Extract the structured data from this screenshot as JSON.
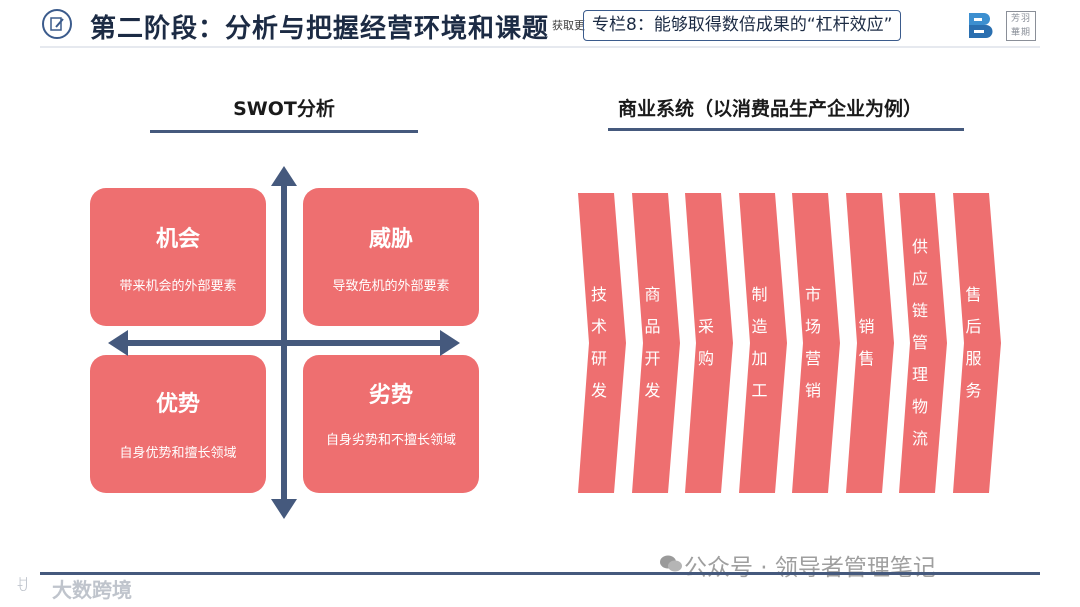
{
  "header": {
    "title": "第二阶段：分析与把握经营环境和课题",
    "title_overflow": "获取更",
    "column_badge": "专栏8：能够取得数倍成果的“杠杆效应”",
    "stamp_text": "芳羽華期"
  },
  "swot": {
    "title": "SWOT分析",
    "quadrants": [
      {
        "name": "机会",
        "desc": "带来机会的外部要素"
      },
      {
        "name": "威胁",
        "desc": "导致危机的外部要素"
      },
      {
        "name": "优势",
        "desc": "自身优势和擅长领域"
      },
      {
        "name": "劣势",
        "desc": "自身劣势和不擅长领域"
      }
    ]
  },
  "chain": {
    "title": "商业系统（以消费品生产企业为例）",
    "steps": [
      "技术研发",
      "商品开发",
      "采购",
      "制造加工",
      "市场营销",
      "销售",
      "供应链管理物流",
      "售后服务"
    ]
  },
  "footer": {
    "watermark": "公众号 · 领导者管理笔记",
    "brand": "大数跨境"
  },
  "colors": {
    "accent_red": "#ee6f70",
    "navy": "#45597d",
    "title_text": "#1c2b44"
  }
}
